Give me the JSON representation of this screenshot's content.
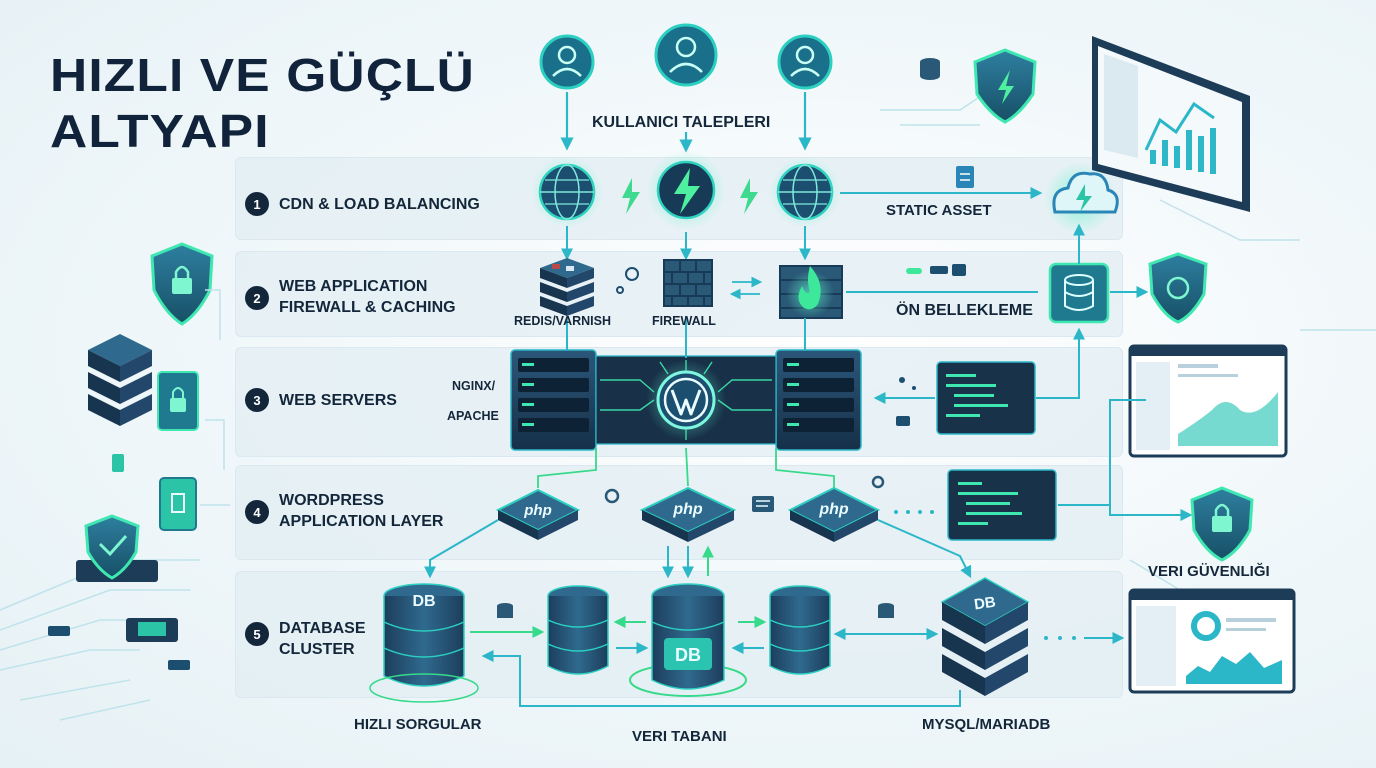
{
  "title": {
    "line1": "HIZLI VE GÜÇLÜ",
    "line2": "ALTYAPI"
  },
  "top_label": "KULLANICI TALEPLERI",
  "layers": [
    {
      "num": "1",
      "label": "CDN & LOAD BALANCING"
    },
    {
      "num": "2",
      "label": "WEB APPLICATION FIREWALL & CACHING"
    },
    {
      "num": "3",
      "label": "WEB SERVERS"
    },
    {
      "num": "4",
      "label": "WORDPRESS APPLICATION LAYER"
    },
    {
      "num": "5",
      "label": "DATABASE CLUSTER"
    }
  ],
  "captions": {
    "static_asset": "STATIC ASSET",
    "redis": "REDIS/VARNISH",
    "firewall": "FIREWALL",
    "caching": "ÖN BELLEKLEME",
    "nginx": "NGINX/",
    "apache": "APACHE",
    "fast_queries": "HIZLI SORGULAR",
    "database": "VERI TABANI",
    "mysql": "MYSQL/MARIADB",
    "data_security": "VERI GÜVENLIĞI"
  },
  "chips": {
    "db": "DB",
    "php": "php"
  },
  "colors": {
    "navy": "#14273a",
    "teal": "#2fc4b2",
    "green": "#39e08a",
    "blue": "#3b8fd0",
    "dark_box": "#1d3a55"
  }
}
